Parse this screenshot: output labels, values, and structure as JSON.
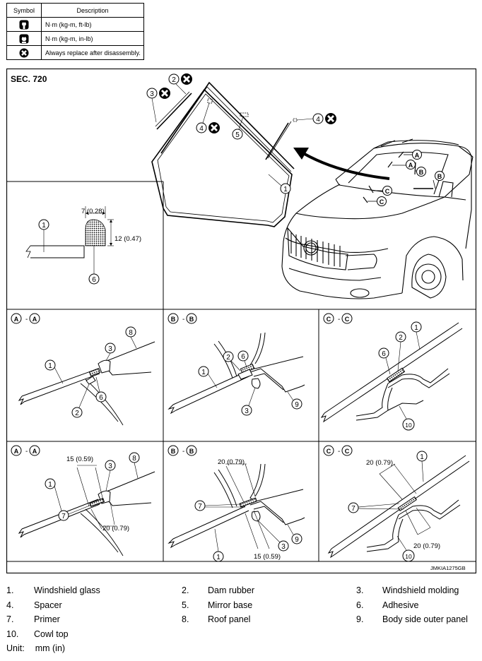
{
  "legend": {
    "headers": [
      "Symbol",
      "Description"
    ],
    "rows": [
      {
        "icon": "torque-wrench-icon",
        "text": "N·m (kg-m, ft-lb)"
      },
      {
        "icon": "torque-wrench-small-icon",
        "text": "N·m (kg-m, in-lb)"
      },
      {
        "icon": "replace-icon",
        "text": "Always replace after disassembly."
      }
    ]
  },
  "diagram": {
    "section": "SEC. 720",
    "image_code": "JMKIA1275GB",
    "section_labels": {
      "a": [
        "A",
        "A"
      ],
      "b": [
        "B",
        "B"
      ],
      "c": [
        "C",
        "C"
      ]
    },
    "dims": {
      "adhesive_width": "7 (0.28)",
      "adhesive_height": "12 (0.47)",
      "a_top": "15 (0.59)",
      "a_bottom": "20 (0.79)",
      "b_top": "20 (0.79)",
      "b_bottom": "15 (0.59)",
      "c_top": "20 (0.79)",
      "c_bottom": "20 (0.79)"
    }
  },
  "parts": [
    {
      "num": "1.",
      "name": "Windshield glass"
    },
    {
      "num": "2.",
      "name": "Dam rubber"
    },
    {
      "num": "3.",
      "name": "Windshield molding"
    },
    {
      "num": "4.",
      "name": "Spacer"
    },
    {
      "num": "5.",
      "name": "Mirror base"
    },
    {
      "num": "6.",
      "name": "Adhesive"
    },
    {
      "num": "7.",
      "name": "Primer"
    },
    {
      "num": "8.",
      "name": "Roof panel"
    },
    {
      "num": "9.",
      "name": "Body side outer panel"
    },
    {
      "num": "10.",
      "name": "Cowl top"
    }
  ],
  "unit": {
    "label": "Unit:",
    "value": "mm (in)"
  }
}
